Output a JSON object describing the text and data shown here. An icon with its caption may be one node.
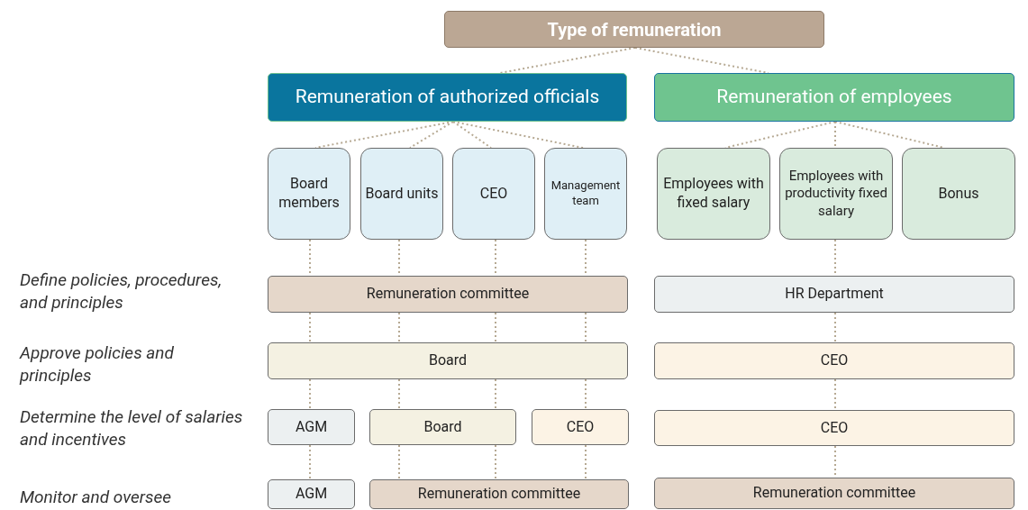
{
  "diagram": {
    "nodes": [
      {
        "text": [
          "Type of remuneration"
        ]
      },
      {
        "text": [
          "Remuneration of authorized officials"
        ]
      },
      {
        "text": [
          "Remuneration of employees"
        ]
      },
      {
        "text": [
          "Board members"
        ]
      },
      {
        "text": [
          "Board units"
        ]
      },
      {
        "text": [
          "CEO"
        ]
      },
      {
        "text": [
          "Management team"
        ]
      },
      {
        "text": [
          "Employees with fixed salary"
        ]
      },
      {
        "text": [
          "Employees with productivity fixed salary"
        ]
      },
      {
        "text": [
          "Bonus"
        ]
      },
      {
        "text": [
          "Remuneration committee"
        ]
      },
      {
        "text": [
          "HR Department"
        ]
      },
      {
        "text": [
          "Board"
        ]
      },
      {
        "text": [
          "CEO"
        ]
      },
      {
        "text": [
          "AGM"
        ]
      },
      {
        "text": [
          "Board"
        ]
      },
      {
        "text": [
          "CEO"
        ]
      },
      {
        "text": [
          "CEO"
        ]
      },
      {
        "text": [
          "AGM"
        ]
      },
      {
        "text": [
          "Remuneration committee"
        ]
      },
      {
        "text": [
          "Remuneration committee"
        ]
      }
    ],
    "edges": [
      {
        "from": 0,
        "to": 1,
        "arrow": "none"
      },
      {
        "from": 0,
        "to": 2,
        "arrow": "none"
      },
      {
        "from": 1,
        "to": 3,
        "arrow": "none"
      },
      {
        "from": 1,
        "to": 4,
        "arrow": "none"
      },
      {
        "from": 1,
        "to": 5,
        "arrow": "none"
      },
      {
        "from": 1,
        "to": 6,
        "arrow": "none"
      },
      {
        "from": 2,
        "to": 7,
        "arrow": "none"
      },
      {
        "from": 2,
        "to": 8,
        "arrow": "none"
      },
      {
        "from": 2,
        "to": 9,
        "arrow": "none"
      },
      {
        "from": 3,
        "to": 10,
        "arrow": "none"
      },
      {
        "from": 4,
        "to": 10,
        "arrow": "none"
      },
      {
        "from": 5,
        "to": 10,
        "arrow": "none"
      },
      {
        "from": 6,
        "to": 10,
        "arrow": "none"
      },
      {
        "from": 8,
        "to": 11,
        "arrow": "none"
      },
      {
        "from": 10,
        "to": 12,
        "arrow": "none"
      },
      {
        "from": 10,
        "to": 12,
        "arrow": "none"
      },
      {
        "from": 10,
        "to": 12,
        "arrow": "none"
      },
      {
        "from": 10,
        "to": 12,
        "arrow": "none"
      },
      {
        "from": 11,
        "to": 13,
        "arrow": "none"
      },
      {
        "from": 12,
        "to": 14,
        "arrow": "none"
      },
      {
        "from": 12,
        "to": 15,
        "arrow": "none"
      },
      {
        "from": 12,
        "to": 15,
        "arrow": "none"
      },
      {
        "from": 12,
        "to": 16,
        "arrow": "none"
      },
      {
        "from": 13,
        "to": 17,
        "arrow": "none"
      },
      {
        "from": 14,
        "to": 18,
        "arrow": "none"
      },
      {
        "from": 15,
        "to": 19,
        "arrow": "none"
      },
      {
        "from": 15,
        "to": 19,
        "arrow": "none"
      },
      {
        "from": 16,
        "to": 19,
        "arrow": "none"
      },
      {
        "from": 17,
        "to": 20,
        "arrow": "none"
      }
    ],
    "labels": [
      "Define policies, procedures, and principles",
      "Approve policies and principles",
      "Determine the level of salaries and incentives",
      "Monitor and oversee"
    ]
  }
}
